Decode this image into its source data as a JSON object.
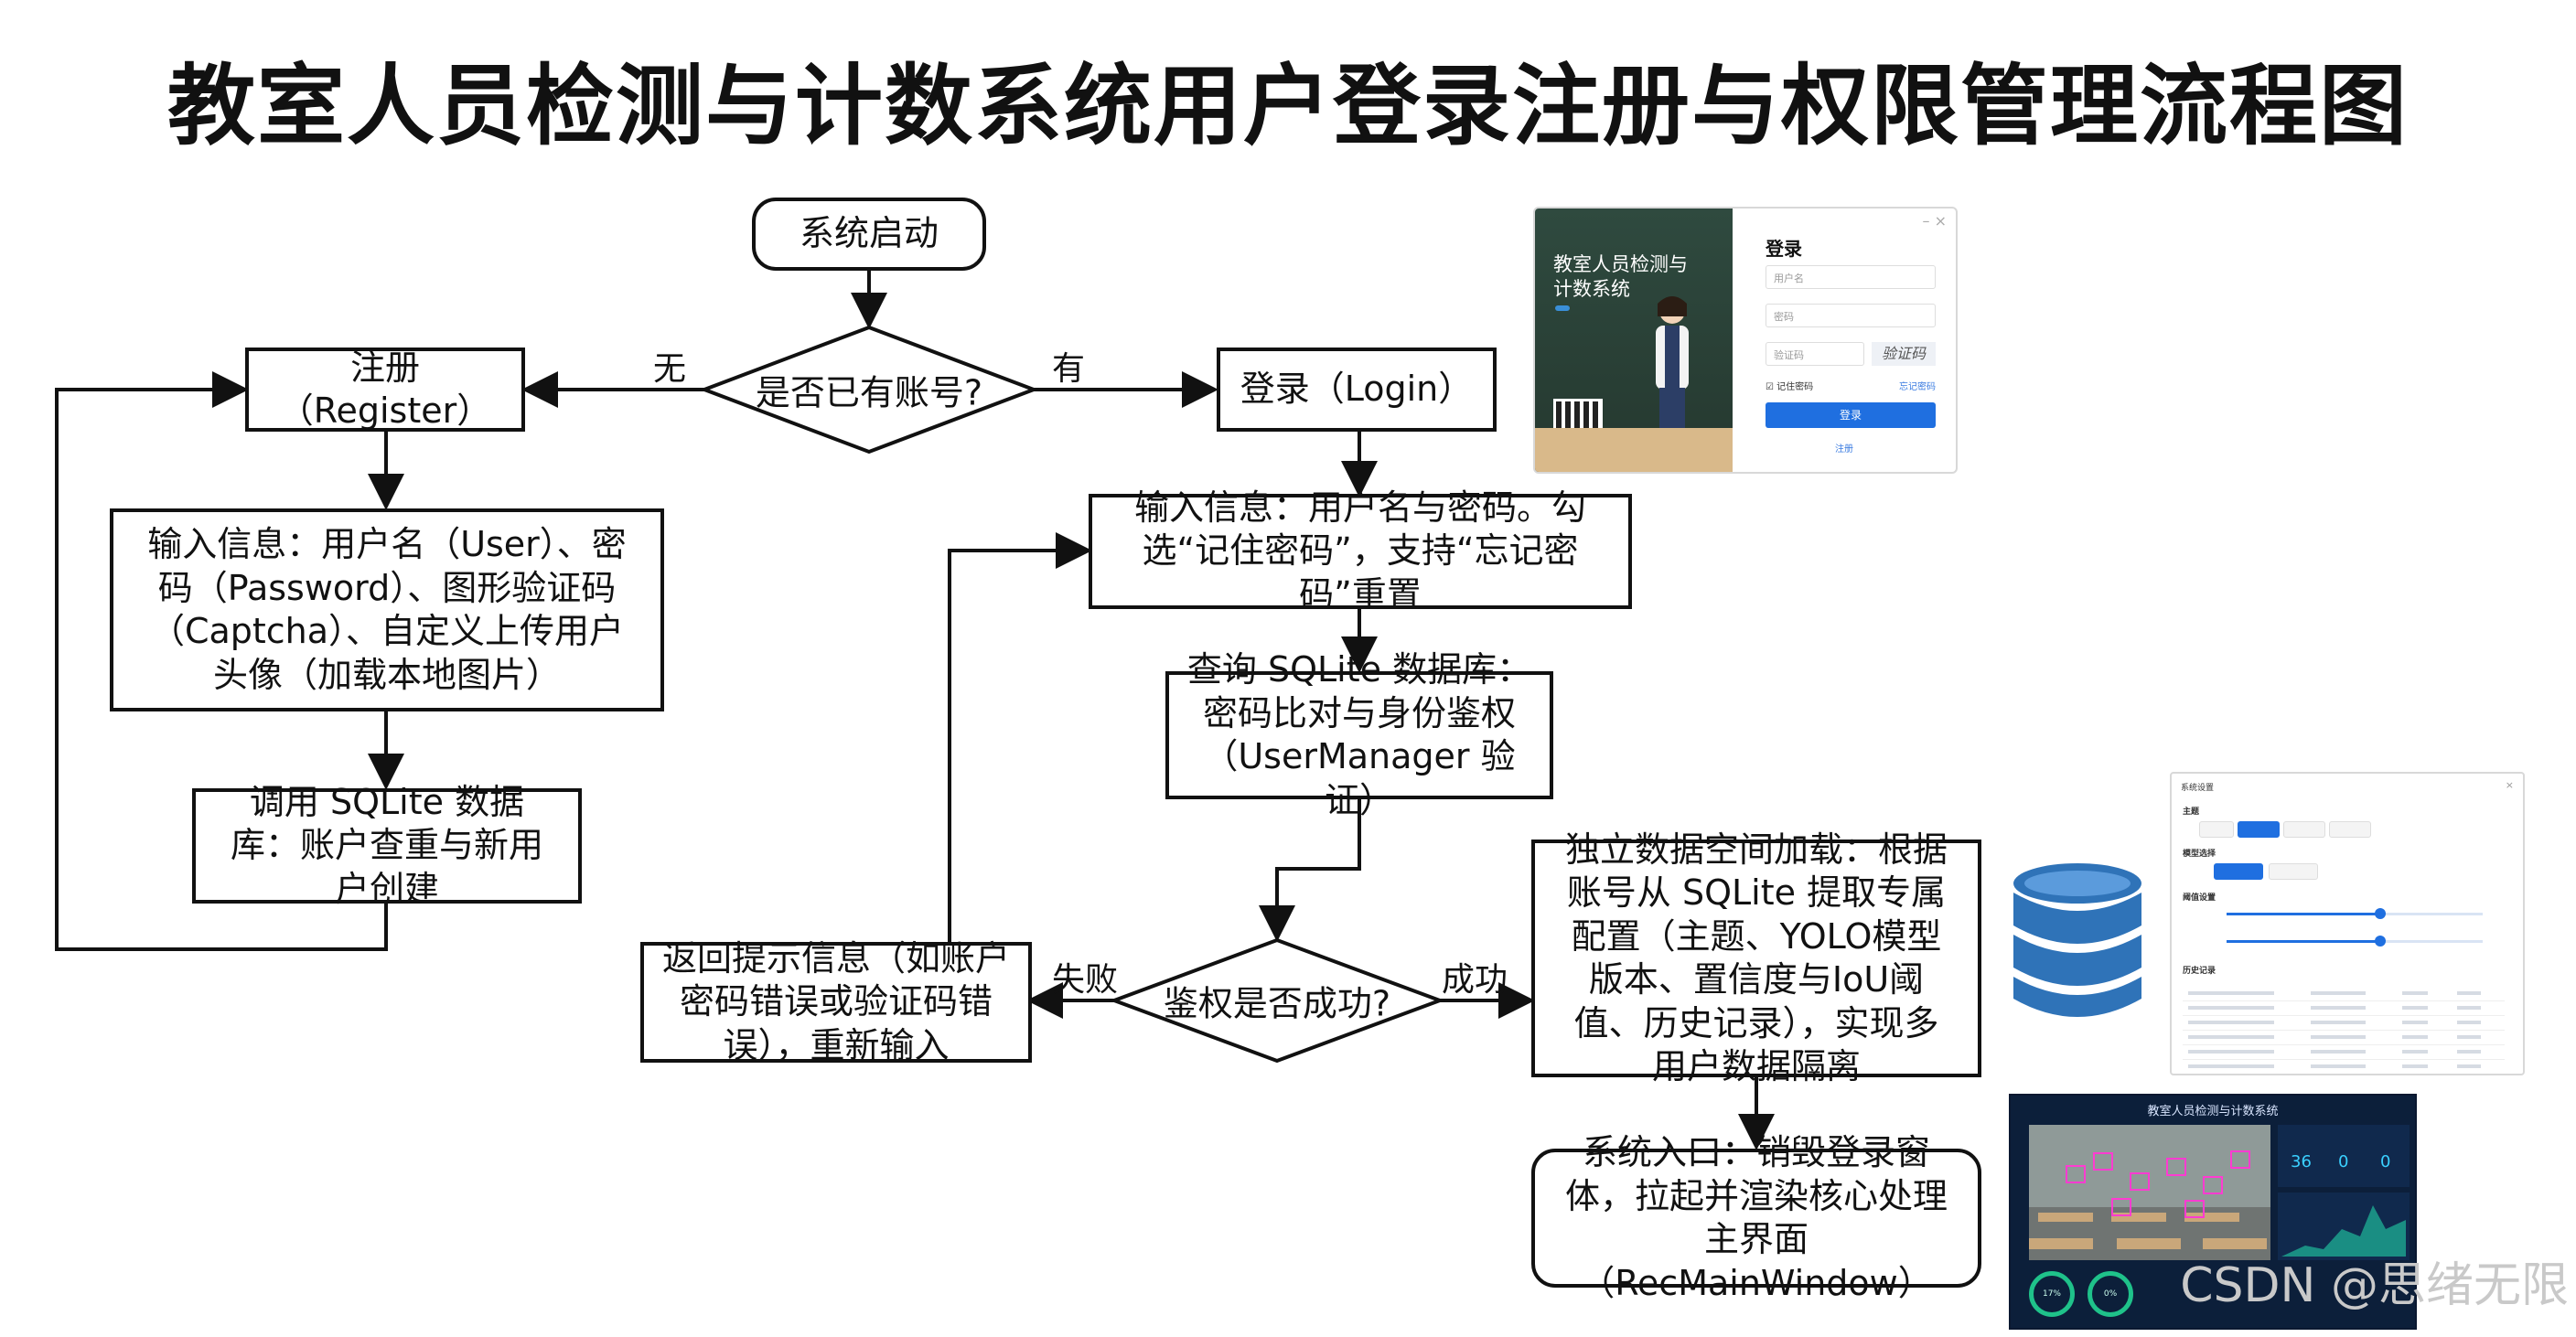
{
  "title": "教室人员检测与计数系统用户登录注册与权限管理流程图",
  "nodes": {
    "start": "系统启动",
    "has_account": "是否已有账号?",
    "register": "注册（Register）",
    "login": "登录（Login）",
    "reg_input": "输入信息：用户名（User）、密码（Password）、图形验证码（Captcha）、自定义上传用户头像（加载本地图片）",
    "reg_db": "调用 SQLite 数据库：账户查重与新用户创建",
    "login_input": "输入信息：用户名与密码。勾选“记住密码”，支持“忘记密码”重置",
    "query_db": "查询 SQLite 数据库：密码比对与身份鉴权（UserManager 验证）",
    "auth_ok": "鉴权是否成功?",
    "fail_msg": "返回提示信息（如账户密码错误或验证码错误），重新输入",
    "load_space": "独立数据空间加载：根据账号从 SQLite 提取专属配置（主题、YOLO模型版本、置信度与IoU阈值、历史记录），实现多用户数据隔离",
    "entry": "系统入口：销毁登录窗体，拉起并渲染核心处理主界面（RecMainWindow）"
  },
  "edge_labels": {
    "no": "无",
    "yes": "有",
    "fail": "失败",
    "success": "成功"
  },
  "login_screenshot": {
    "brand": "教室人员检测与计数系统",
    "title": "登录",
    "username_placeholder": "用户名",
    "password_placeholder": "密码",
    "captcha_placeholder": "验证码",
    "captcha_image": "验证码",
    "remember": "记住密码",
    "forgot": "忘记密码",
    "login_button": "登录",
    "register_link": "注册"
  },
  "settings_screenshot": {
    "title": "系统设置",
    "theme_label": "主题",
    "model_label": "模型选择",
    "threshold_label": "阈值设置",
    "history_label": "历史记录",
    "confidence_level": 0.6,
    "iou_level": 0.6
  },
  "main_screenshot": {
    "title": "教室人员检测与计数系统",
    "count": "36",
    "stat2": "0",
    "stat3": "0",
    "gauge1": "17%",
    "gauge2": "0%"
  },
  "watermark": "CSDN @思绪无限",
  "colors": {
    "stroke": "#111111",
    "accent_blue": "#1f6fe0",
    "db_blue": "#2f73b8"
  }
}
